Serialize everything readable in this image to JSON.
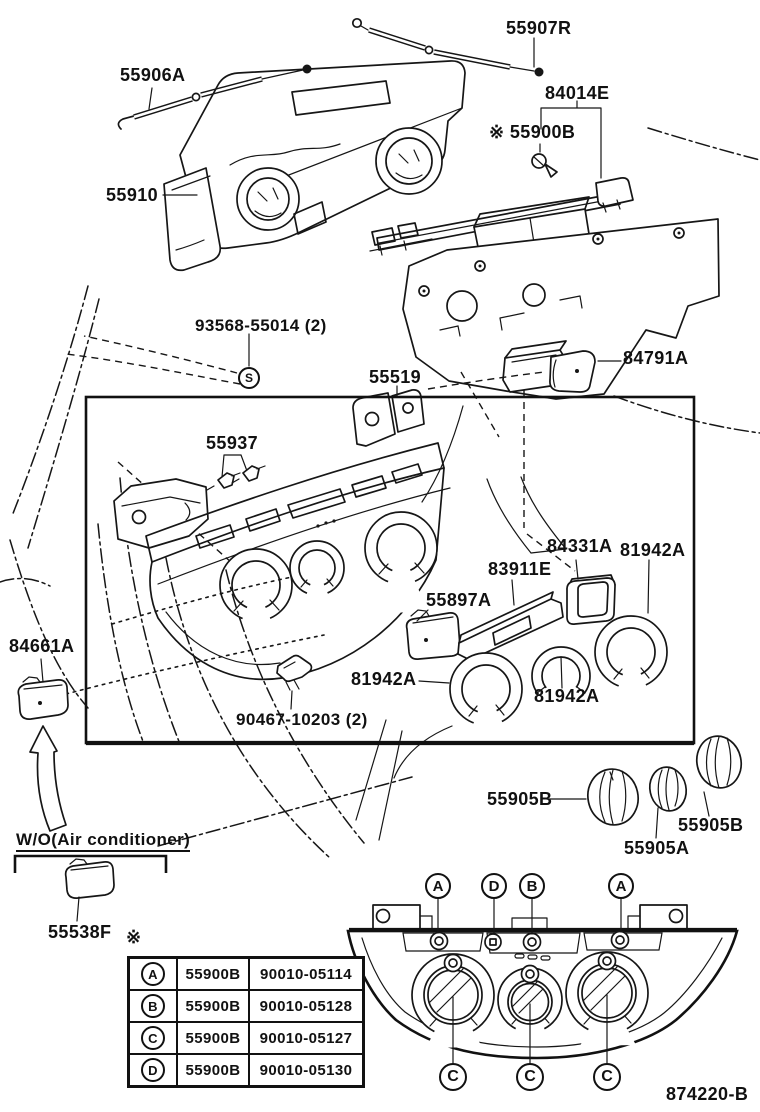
{
  "doc": {
    "drawing_number": "874220-B",
    "note_symbol": "※",
    "wo_note": "W/O(Air conditioner)"
  },
  "labels": {
    "l55906A": "55906A",
    "l55907R": "55907R",
    "l84014E": "84014E",
    "l55900B_note": "※ 55900B",
    "l55910": "55910",
    "l93568": "93568-55014 (2)",
    "l55519": "55519",
    "l84791A": "84791A",
    "l55937": "55937",
    "l84331A": "84331A",
    "l81942A_right": "81942A",
    "l83911E": "83911E",
    "l55897A": "55897A",
    "l84661A": "84661A",
    "l81942A_left": "81942A",
    "l81942A_mid": "81942A",
    "l90467": "90467-10203 (2)",
    "l55905B_left": "55905B",
    "l55905B_right": "55905B",
    "l55905A": "55905A",
    "l55538F": "55538F"
  },
  "callouts": {
    "screw_symbol": "S",
    "top": [
      "A",
      "D",
      "B",
      "A"
    ],
    "bottom": [
      "C",
      "C",
      "C"
    ]
  },
  "table": {
    "rows": [
      {
        "letter": "A",
        "part": "55900B",
        "code": "90010-05114"
      },
      {
        "letter": "B",
        "part": "55900B",
        "code": "90010-05128"
      },
      {
        "letter": "C",
        "part": "55900B",
        "code": "90010-05127"
      },
      {
        "letter": "D",
        "part": "55900B",
        "code": "90010-05130"
      }
    ]
  },
  "colors": {
    "line": "#161616",
    "background": "#ffffff"
  }
}
